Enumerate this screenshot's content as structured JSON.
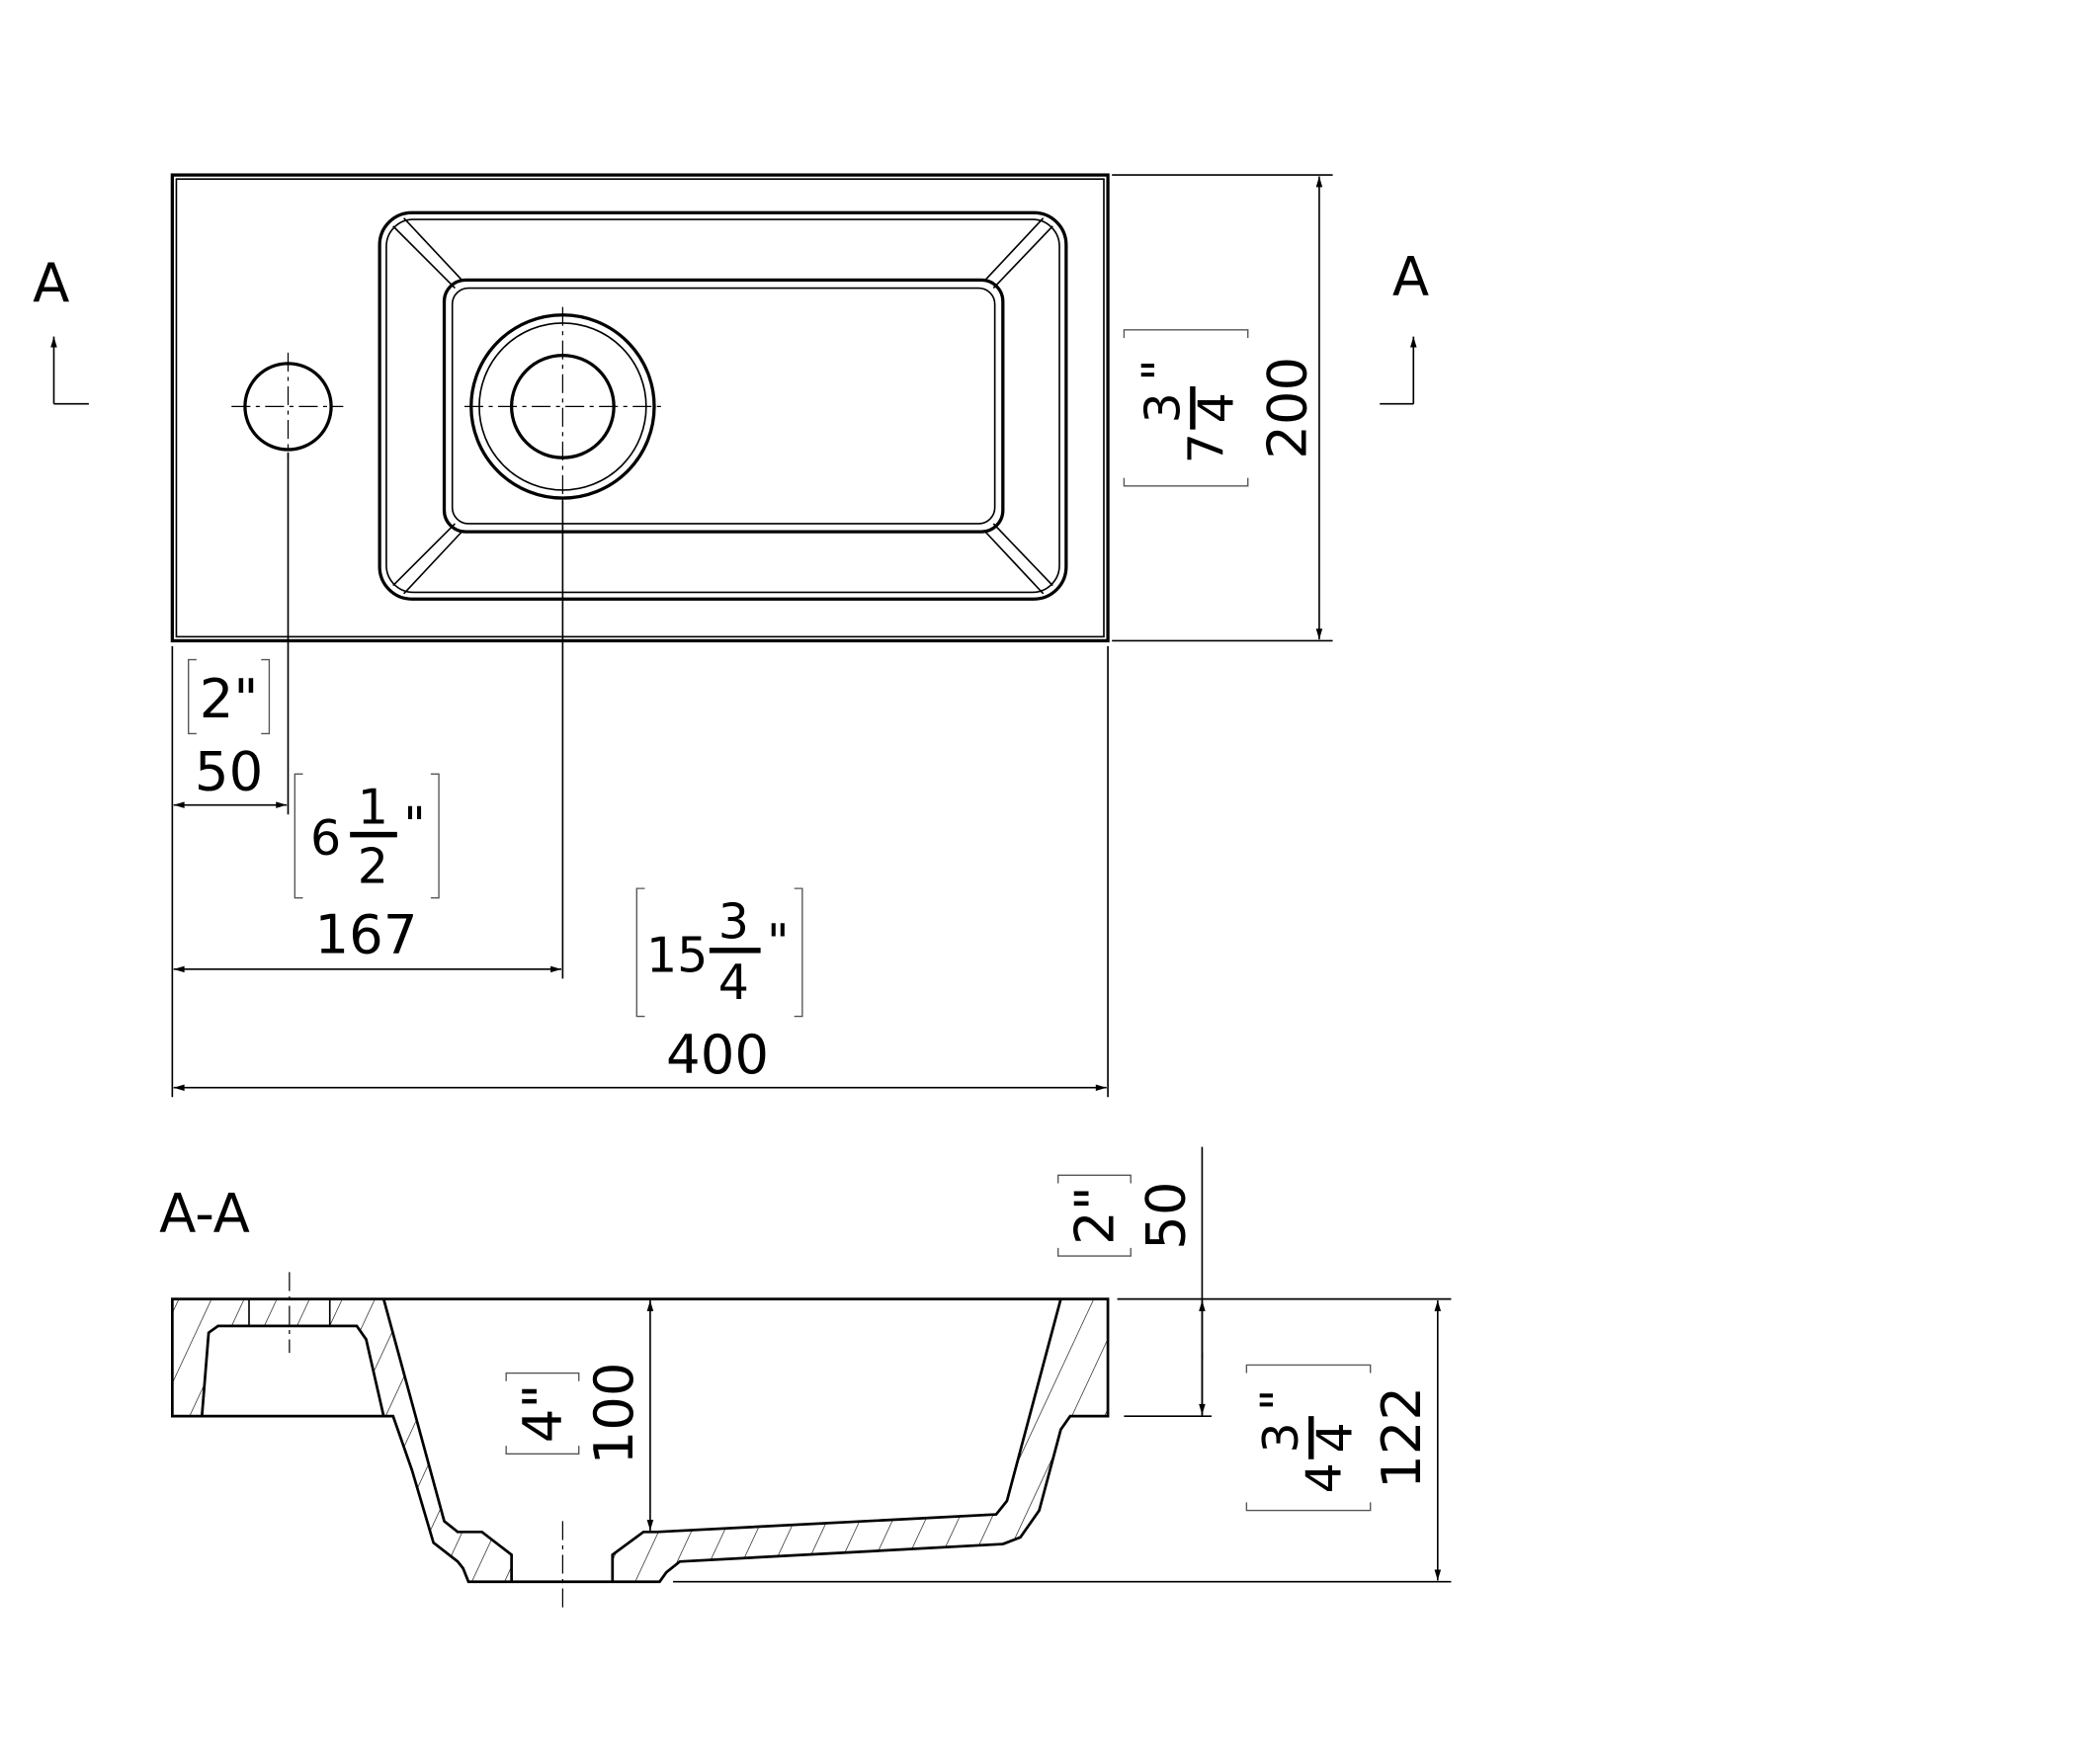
{
  "section_markers": {
    "left": "A",
    "right": "A",
    "section_label": "A-A"
  },
  "top_view": {
    "width": {
      "mm": "400",
      "inch_whole": "15",
      "inch_num": "3",
      "inch_den": "4",
      "inch_mark": "\""
    },
    "depth": {
      "mm": "200",
      "inch_whole": "7",
      "inch_num": "3",
      "inch_den": "4",
      "inch_mark": "\""
    },
    "tap_offset": {
      "mm": "50",
      "inch": "2\""
    },
    "drain_offset": {
      "mm": "167",
      "inch_whole": "6",
      "inch_num": "1",
      "inch_den": "2",
      "inch_mark": "\""
    }
  },
  "section_view": {
    "bowl_depth": {
      "mm": "100",
      "inch": "4\""
    },
    "rim_height": {
      "mm": "50",
      "inch": "2\""
    },
    "total_height": {
      "mm": "122",
      "inch_whole": "4",
      "inch_num": "3",
      "inch_den": "4",
      "inch_mark": "\""
    }
  }
}
